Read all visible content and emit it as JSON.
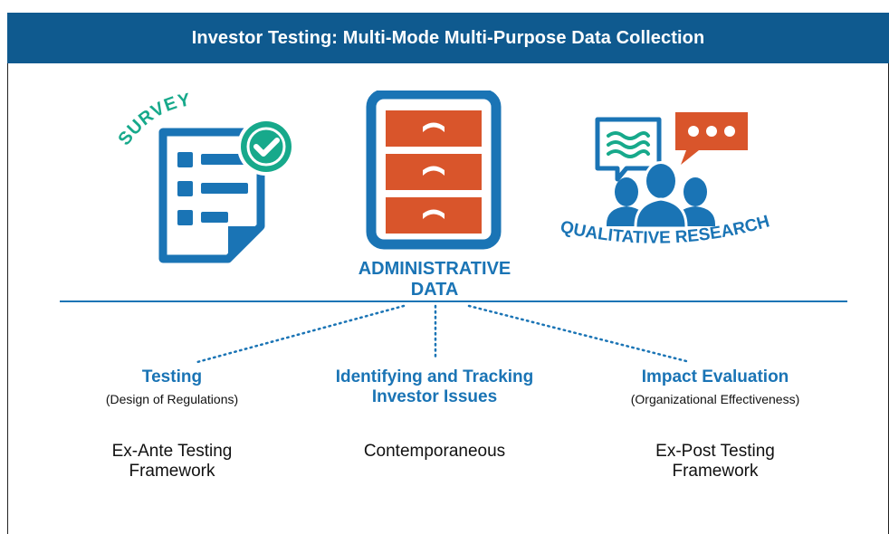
{
  "title": "Investor Testing: Multi-Mode Multi-Purpose Data Collection",
  "icons": {
    "survey": {
      "label": "SURVEY",
      "icon": "survey-checklist-icon"
    },
    "admin": {
      "label": "ADMINISTRATIVE DATA",
      "icon": "filing-cabinet-icon"
    },
    "qualitative": {
      "label": "QUALITATIVE RESEARCH",
      "icon": "discussion-group-icon"
    }
  },
  "columns": [
    {
      "heading": "Testing",
      "subheading": "(Design of Regulations)",
      "body_line1": "Ex-Ante Testing",
      "body_line2": "Framework"
    },
    {
      "heading_line1": "Identifying and Tracking",
      "heading_line2": "Investor Issues",
      "body": "Contemporaneous"
    },
    {
      "heading": "Impact Evaluation",
      "subheading": "(Organizational Effectiveness)",
      "body_line1": "Ex-Post Testing",
      "body_line2": "Framework"
    }
  ],
  "colors": {
    "title_bar": "#0f5a8f",
    "blue": "#1a74b5",
    "orange": "#d9552b",
    "teal": "#17a98b"
  }
}
